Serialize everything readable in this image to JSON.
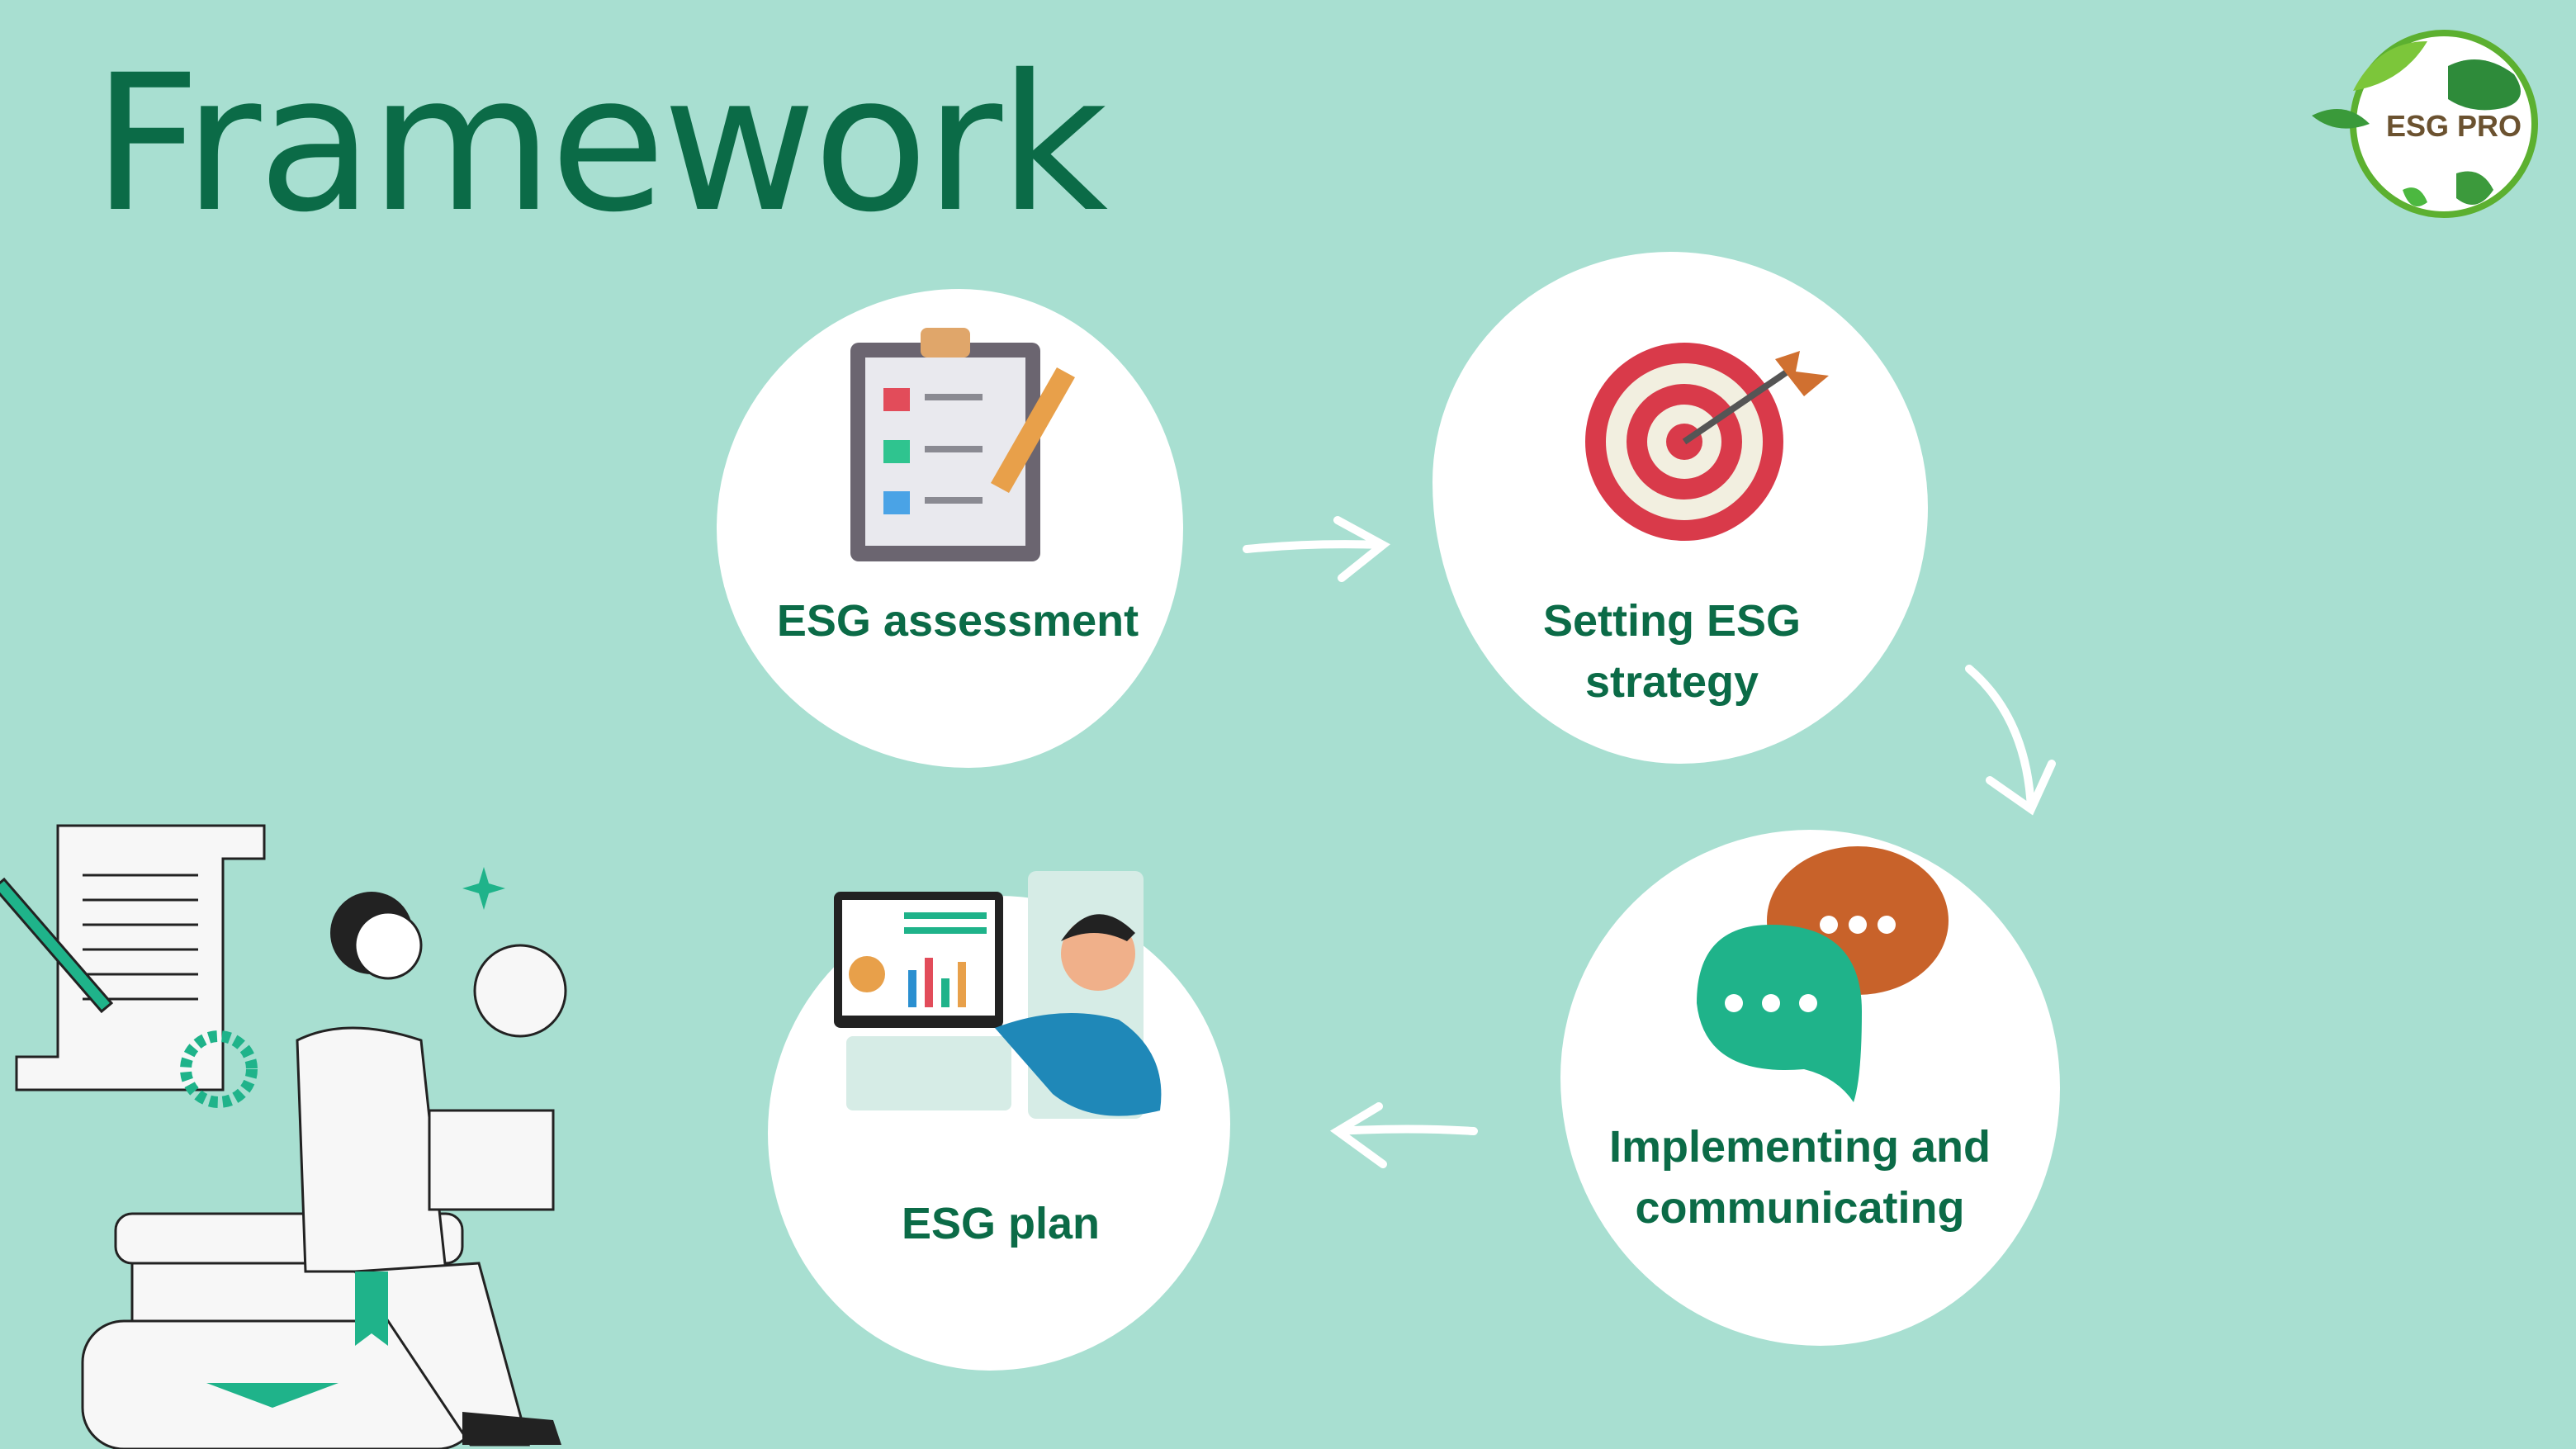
{
  "title": "Framework",
  "logo": {
    "text": "ESG PRO"
  },
  "steps": [
    {
      "label_lines": [
        "ESG assessment"
      ],
      "icon": "clipboard-checklist-icon"
    },
    {
      "label_lines": [
        "Setting ESG",
        "strategy"
      ],
      "icon": "target-arrow-icon"
    },
    {
      "label_lines": [
        "Implementing and",
        "communicating"
      ],
      "icon": "chat-bubbles-icon"
    },
    {
      "label_lines": [
        "ESG plan"
      ],
      "icon": "presentation-tablet-icon"
    }
  ],
  "colors": {
    "background": "#a8dfd1",
    "accent": "#0b6b47",
    "bubble_green": "#1fb38a",
    "bubble_orange": "#c8622a",
    "target_red": "#d93a4a"
  }
}
